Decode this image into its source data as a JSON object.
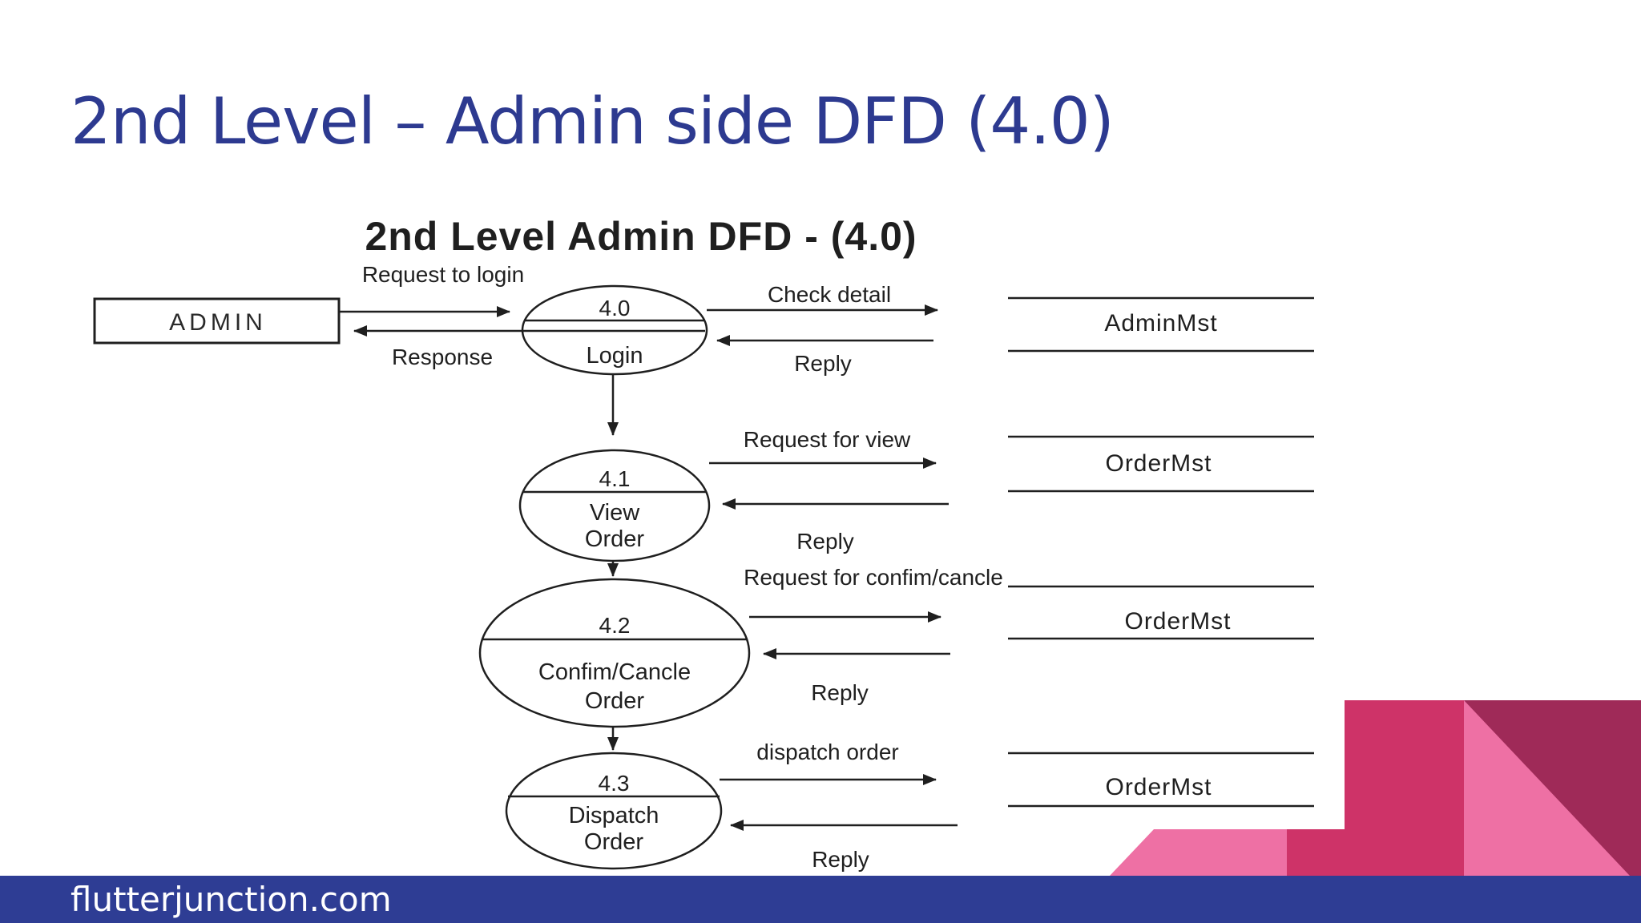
{
  "slide": {
    "title": "2nd Level – Admin side DFD (4.0)",
    "footer_link": "flutterjunction.com"
  },
  "diagram": {
    "heading": "2nd Level Admin DFD - (4.0)",
    "entity": {
      "label": "ADMIN"
    },
    "processes": [
      {
        "number": "4.0",
        "line1": "Login"
      },
      {
        "number": "4.1",
        "line1": "View",
        "line2": "Order"
      },
      {
        "number": "4.2",
        "line1": "Confim/Cancle",
        "line2": "Order"
      },
      {
        "number": "4.3",
        "line1": "Dispatch",
        "line2": "Order"
      }
    ],
    "stores": [
      {
        "name": "AdminMst"
      },
      {
        "name": "OrderMst"
      },
      {
        "name": "OrderMst"
      },
      {
        "name": "OrderMst"
      }
    ],
    "flows": {
      "request_to_login": "Request to login",
      "response": "Response",
      "check_detail": "Check detail",
      "reply_login": "Reply",
      "request_for_view": "Request for view",
      "reply_view": "Reply",
      "request_for_confirm": "Request for confim/cancle",
      "reply_confirm": "Reply",
      "dispatch_order": "dispatch order",
      "reply_dispatch": "Reply"
    }
  },
  "colors": {
    "title_blue": "#2d3a90",
    "footer_bar_blue": "#2e3d94",
    "footer_text_white": "#ffffff",
    "diagram_ink": "#1f1f1f",
    "accent_crimson": "#ce3368",
    "accent_pink": "#ee70a4",
    "accent_maroon": "#9f2a58"
  }
}
